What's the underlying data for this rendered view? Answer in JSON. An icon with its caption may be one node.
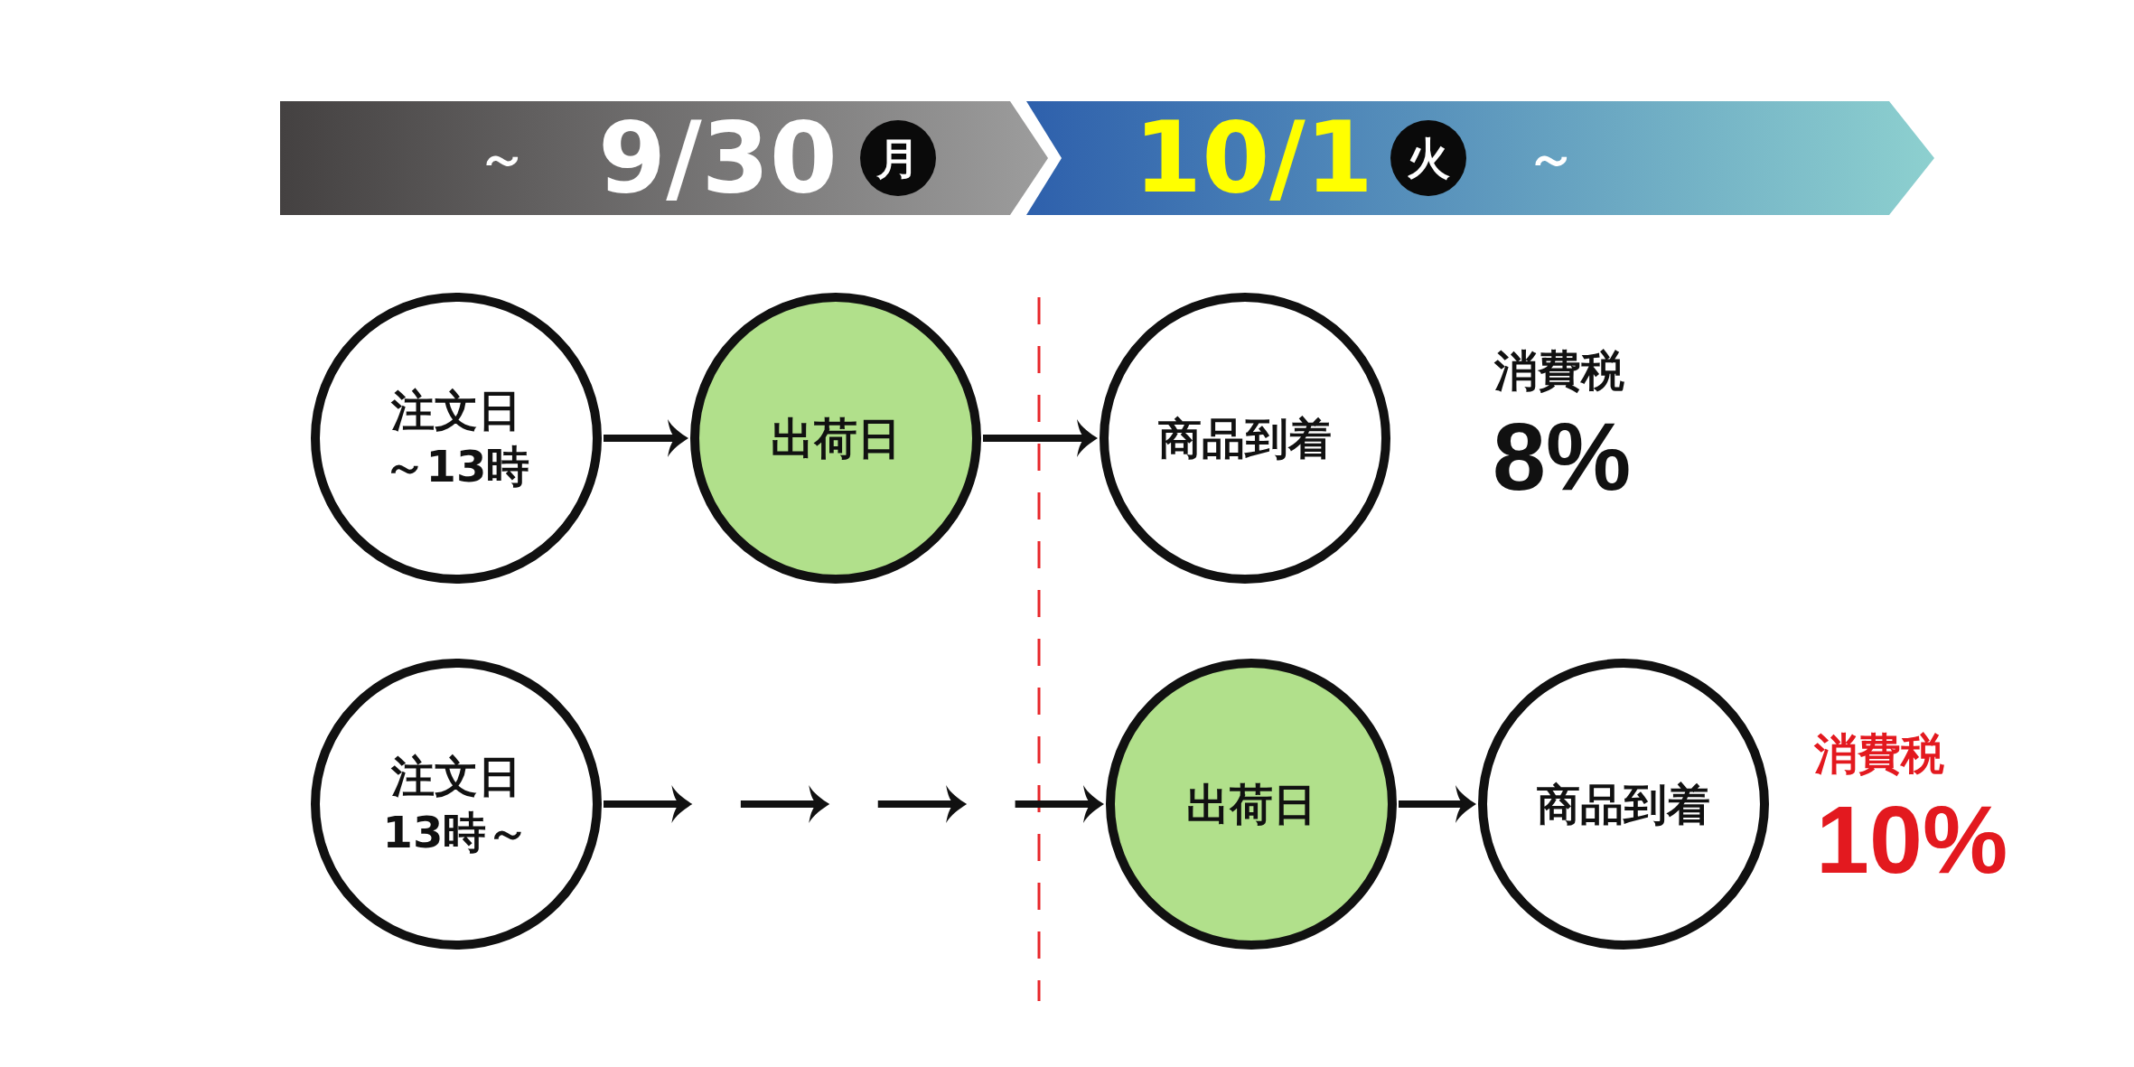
{
  "diagram": {
    "nodes": [
      {
        "text": [
          "～",
          "9/30"
        ]
      },
      {
        "text": [
          "月"
        ],
        "in": 0
      },
      {
        "text": [
          "10/1",
          "～"
        ]
      },
      {
        "text": [
          "火"
        ],
        "in": 2
      },
      {
        "text": [
          "注文日",
          "～13時"
        ]
      },
      {
        "text": [
          "出荷日"
        ]
      },
      {
        "text": [
          "商品到着"
        ]
      },
      {
        "text": [
          "注文日",
          "13時～"
        ]
      },
      {
        "text": [
          "出荷日"
        ]
      },
      {
        "text": [
          "商品到着"
        ]
      }
    ],
    "edges": [
      {
        "from": 4,
        "to": 5,
        "arrow": "to"
      },
      {
        "from": 5,
        "to": 6,
        "arrow": "to"
      },
      {
        "from": 7,
        "to": 8,
        "arrow": "to",
        "style": "dashed"
      },
      {
        "from": 8,
        "to": 9,
        "arrow": "to"
      }
    ],
    "labels": [
      "消費税",
      "8%",
      "消費税",
      "10%"
    ]
  }
}
